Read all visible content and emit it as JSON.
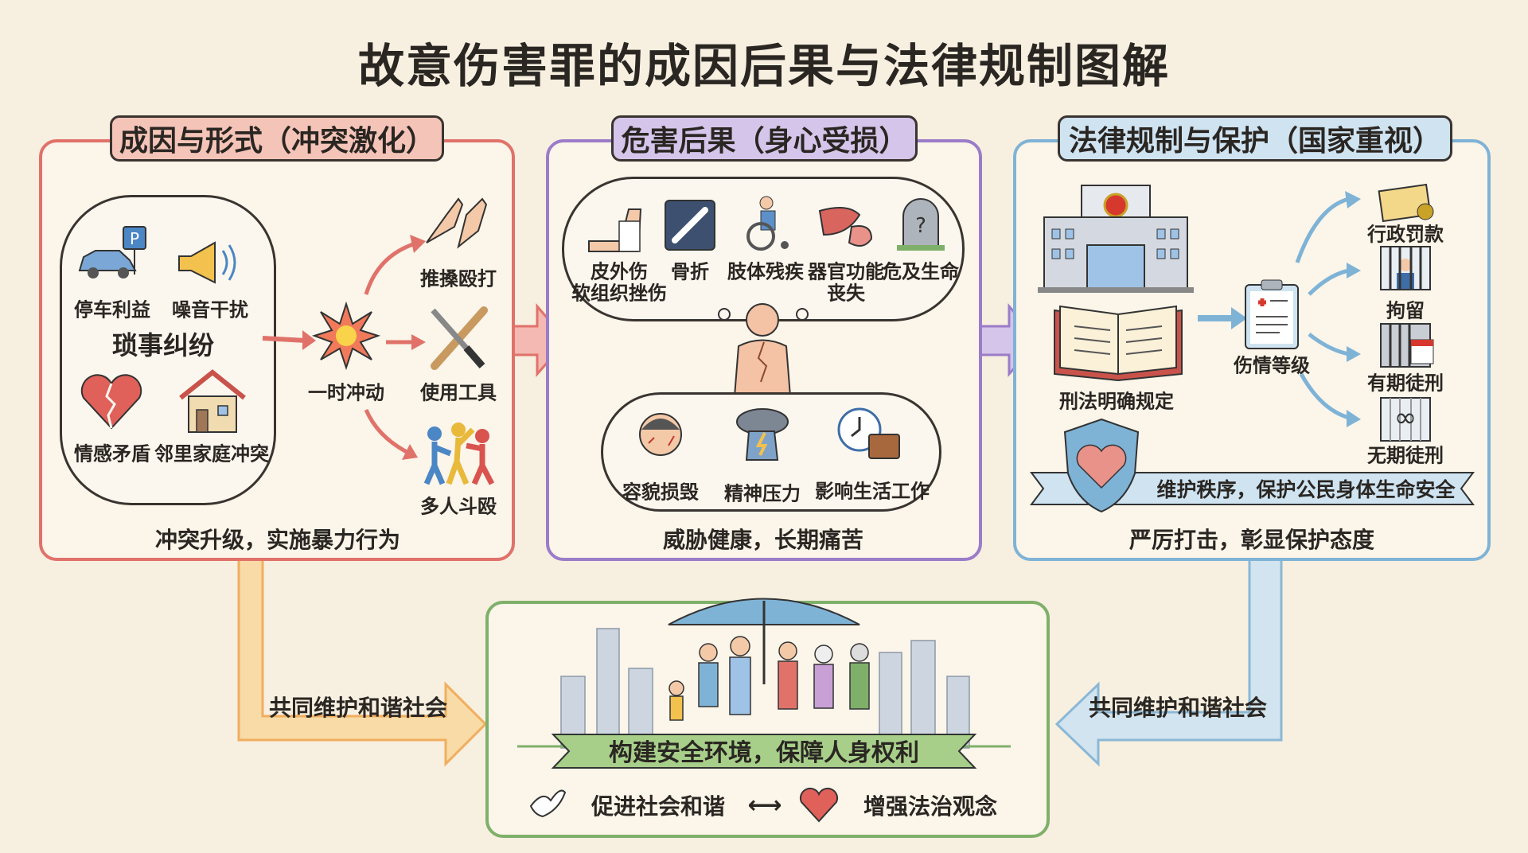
{
  "title": "故意伤害罪的成因后果与法律规制图解",
  "colors": {
    "background": "#f7efe0",
    "cause": "#e0726a",
    "harm": "#9b7cc8",
    "law": "#7fb3d6",
    "society": "#7fb069",
    "arrow_orange": "#f4b860"
  },
  "cause_panel": {
    "heading": "成因与形式（冲突激化）",
    "disputes": {
      "center": "琐事纠纷",
      "items": [
        "停车利益",
        "噪音干扰",
        "情感矛盾",
        "邻里家庭冲突"
      ]
    },
    "trigger": "一时冲动",
    "forms": [
      "推搡殴打",
      "使用工具",
      "多人斗殴"
    ],
    "footer": "冲突升级，实施暴力行为"
  },
  "harm_panel": {
    "heading": "危害后果（身心受损）",
    "physical": [
      {
        "line1": "皮外伤",
        "line2": "软组织挫伤",
        "icon": "bandaged-arm-icon"
      },
      {
        "line1": "骨折",
        "line2": "",
        "icon": "broken-bone-icon"
      },
      {
        "line1": "肢体残疾",
        "line2": "",
        "icon": "wheelchair-icon"
      },
      {
        "line1": "器官功能",
        "line2": "丧失",
        "icon": "organ-icon"
      },
      {
        "line1": "危及生命",
        "line2": "",
        "icon": "tombstone-icon"
      }
    ],
    "mental": [
      "容貌损毁",
      "精神压力",
      "影响生活工作"
    ],
    "footer": "威胁健康，长期痛苦"
  },
  "law_panel": {
    "heading": "法律规制与保护（国家重视）",
    "law_label": "刑法明确规定",
    "assessment": "伤情等级",
    "penalties": [
      "行政罚款",
      "拘留",
      "有期徒刑",
      "无期徒刑"
    ],
    "banner": "维护秩序，保护公民身体生命安全",
    "footer": "严厉打击，彰显保护态度"
  },
  "society": {
    "left_arrow": "共同维护和谐社会",
    "right_arrow": "共同维护和谐社会",
    "banner": "构建安全环境，保障人身权利",
    "goal_left": "促进社会和谐",
    "link": "⟷",
    "goal_right": "增强法治观念"
  }
}
